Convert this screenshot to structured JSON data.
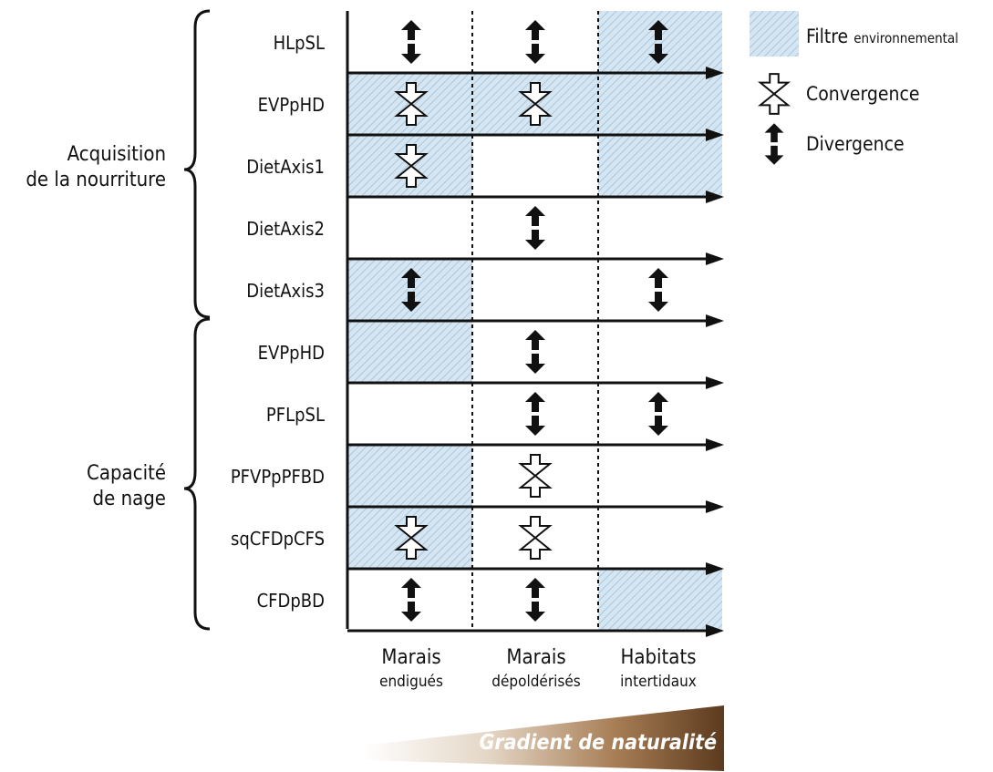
{
  "groups": [
    {
      "label_line1": "Acquisition",
      "label_line2": "de la nourriture"
    },
    {
      "label_line1": "Capacité",
      "label_line2": "de nage"
    }
  ],
  "rows": [
    {
      "label": "HLpSL",
      "cells": [
        "div",
        "div",
        "div"
      ],
      "filtered": [
        false,
        false,
        true
      ]
    },
    {
      "label": "EVPpHD",
      "cells": [
        "conv",
        "conv",
        ""
      ],
      "filtered": [
        true,
        true,
        true
      ]
    },
    {
      "label": "DietAxis1",
      "cells": [
        "conv",
        "",
        ""
      ],
      "filtered": [
        true,
        false,
        true
      ]
    },
    {
      "label": "DietAxis2",
      "cells": [
        "",
        "div",
        ""
      ],
      "filtered": [
        false,
        false,
        false
      ]
    },
    {
      "label": "DietAxis3",
      "cells": [
        "div",
        "",
        "div"
      ],
      "filtered": [
        true,
        false,
        false
      ]
    },
    {
      "label": "EVPpHD",
      "cells": [
        "",
        "div",
        ""
      ],
      "filtered": [
        true,
        false,
        false
      ]
    },
    {
      "label": "PFLpSL",
      "cells": [
        "",
        "div",
        "div"
      ],
      "filtered": [
        false,
        false,
        false
      ]
    },
    {
      "label": "PFVPpPFBD",
      "cells": [
        "",
        "conv",
        ""
      ],
      "filtered": [
        true,
        false,
        false
      ]
    },
    {
      "label": "sqCFDpCFS",
      "cells": [
        "conv",
        "conv",
        ""
      ],
      "filtered": [
        true,
        false,
        false
      ]
    },
    {
      "label": "CFDpBD",
      "cells": [
        "div",
        "div",
        ""
      ],
      "filtered": [
        false,
        false,
        true
      ]
    }
  ],
  "columns": [
    {
      "line1": "Marais",
      "line2": "endigués"
    },
    {
      "line1": "Marais",
      "line2": "dépoldérisés"
    },
    {
      "line1": "Habitats",
      "line2": "intertidaux"
    }
  ],
  "legend": {
    "filter_main": "Filtre",
    "filter_sub": "environnemental",
    "convergence": "Convergence",
    "divergence": "Divergence"
  },
  "gradient_label": "Gradient de naturalité",
  "colors": {
    "filter_fill": "#d5e6f2",
    "filter_hatch": "#a9c6dc",
    "gradient_dark": "#5c3a1e",
    "gradient_mid": "#a77d55",
    "gradient_light": "#f2ece4"
  }
}
